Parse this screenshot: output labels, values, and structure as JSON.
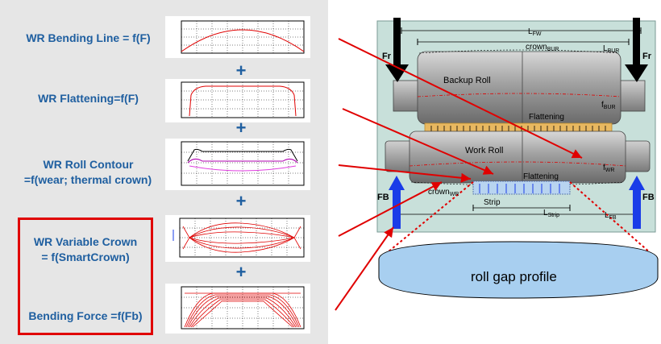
{
  "left": {
    "labels": {
      "bending_line": "WR Bending Line = f(F)",
      "flattening": "WR Flattening=f(F)",
      "roll_contour_1": "WR Roll Contour",
      "roll_contour_2": "=f(wear; thermal crown)",
      "variable_crown_1": "WR Variable Crown",
      "variable_crown_2": "= f(SmartCrown)",
      "bending_force": "Bending Force =f(Fb)"
    },
    "plus": "+"
  },
  "diagram": {
    "labels": {
      "l_fw": "L",
      "l_fw_sub": "FW",
      "crown_bur": "crown",
      "crown_bur_sub": "BUR",
      "l_bur": "L",
      "l_bur_sub": "BUR",
      "fr_left": "Fr",
      "fr_right": "Fr",
      "backup_roll": "Backup Roll",
      "f_bur": "f",
      "f_bur_sub": "BUR",
      "flattening_top": "Flattening",
      "work_roll": "Work Roll",
      "f_wr": "f",
      "f_wr_sub": "WR",
      "flattening_bottom": "Flattening",
      "crown_wr": "crown",
      "crown_wr_sub": "WR",
      "strip": "Strip",
      "l_strip": "L",
      "l_strip_sub": "Strip",
      "l_fb": "L",
      "l_fb_sub": "FB",
      "fb_left": "FB",
      "fb_right": "FB",
      "roll_gap_profile": "roll gap profile"
    },
    "colors": {
      "background": "#c8e0da",
      "roll": "#9a9a9a",
      "arrow_blue": "#1a3ce8",
      "red": "#e00000",
      "flatten_band": "#e8b860",
      "ellipse_fill": "#a8cff0"
    }
  }
}
